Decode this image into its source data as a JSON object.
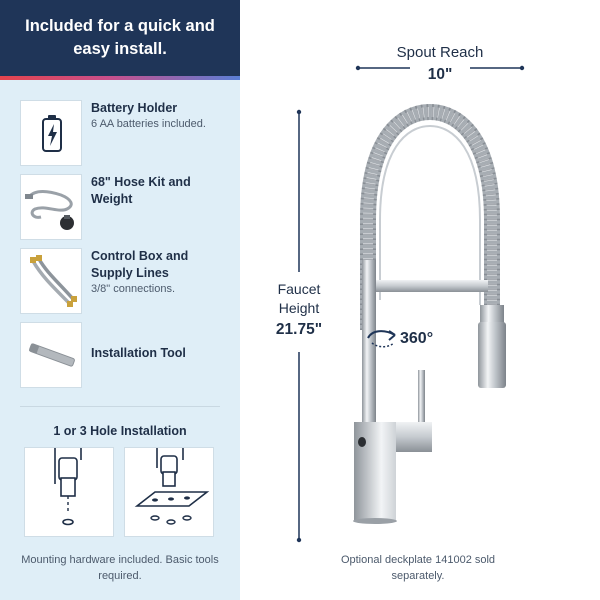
{
  "header": {
    "title": "Included for a quick and easy install."
  },
  "items": [
    {
      "title": "Battery Holder",
      "subtitle": "6 AA batteries included.",
      "icon": "battery-icon"
    },
    {
      "title": "68\" Hose Kit and Weight",
      "subtitle": "",
      "icon": "hose-kit-icon"
    },
    {
      "title": "Control Box and Supply Lines",
      "subtitle": "3/8\" connections.",
      "icon": "supply-lines-icon"
    },
    {
      "title": "Installation Tool",
      "subtitle": "",
      "icon": "installation-tool-icon"
    }
  ],
  "installation": {
    "title": "1 or 3 Hole Installation",
    "note": "Mounting hardware included. Basic tools required."
  },
  "dimensions": {
    "spout_reach_label": "Spout Reach",
    "spout_reach_value": "10\"",
    "height_label": "Faucet Height",
    "height_value": "21.75\"",
    "rotation": "360°"
  },
  "deckplate_note": "Optional deckplate 141002 sold separately.",
  "colors": {
    "header_bg": "#1f3558",
    "panel_bg": "#dfeef7",
    "text": "#1f2f47",
    "chrome": "#b9bec4"
  }
}
